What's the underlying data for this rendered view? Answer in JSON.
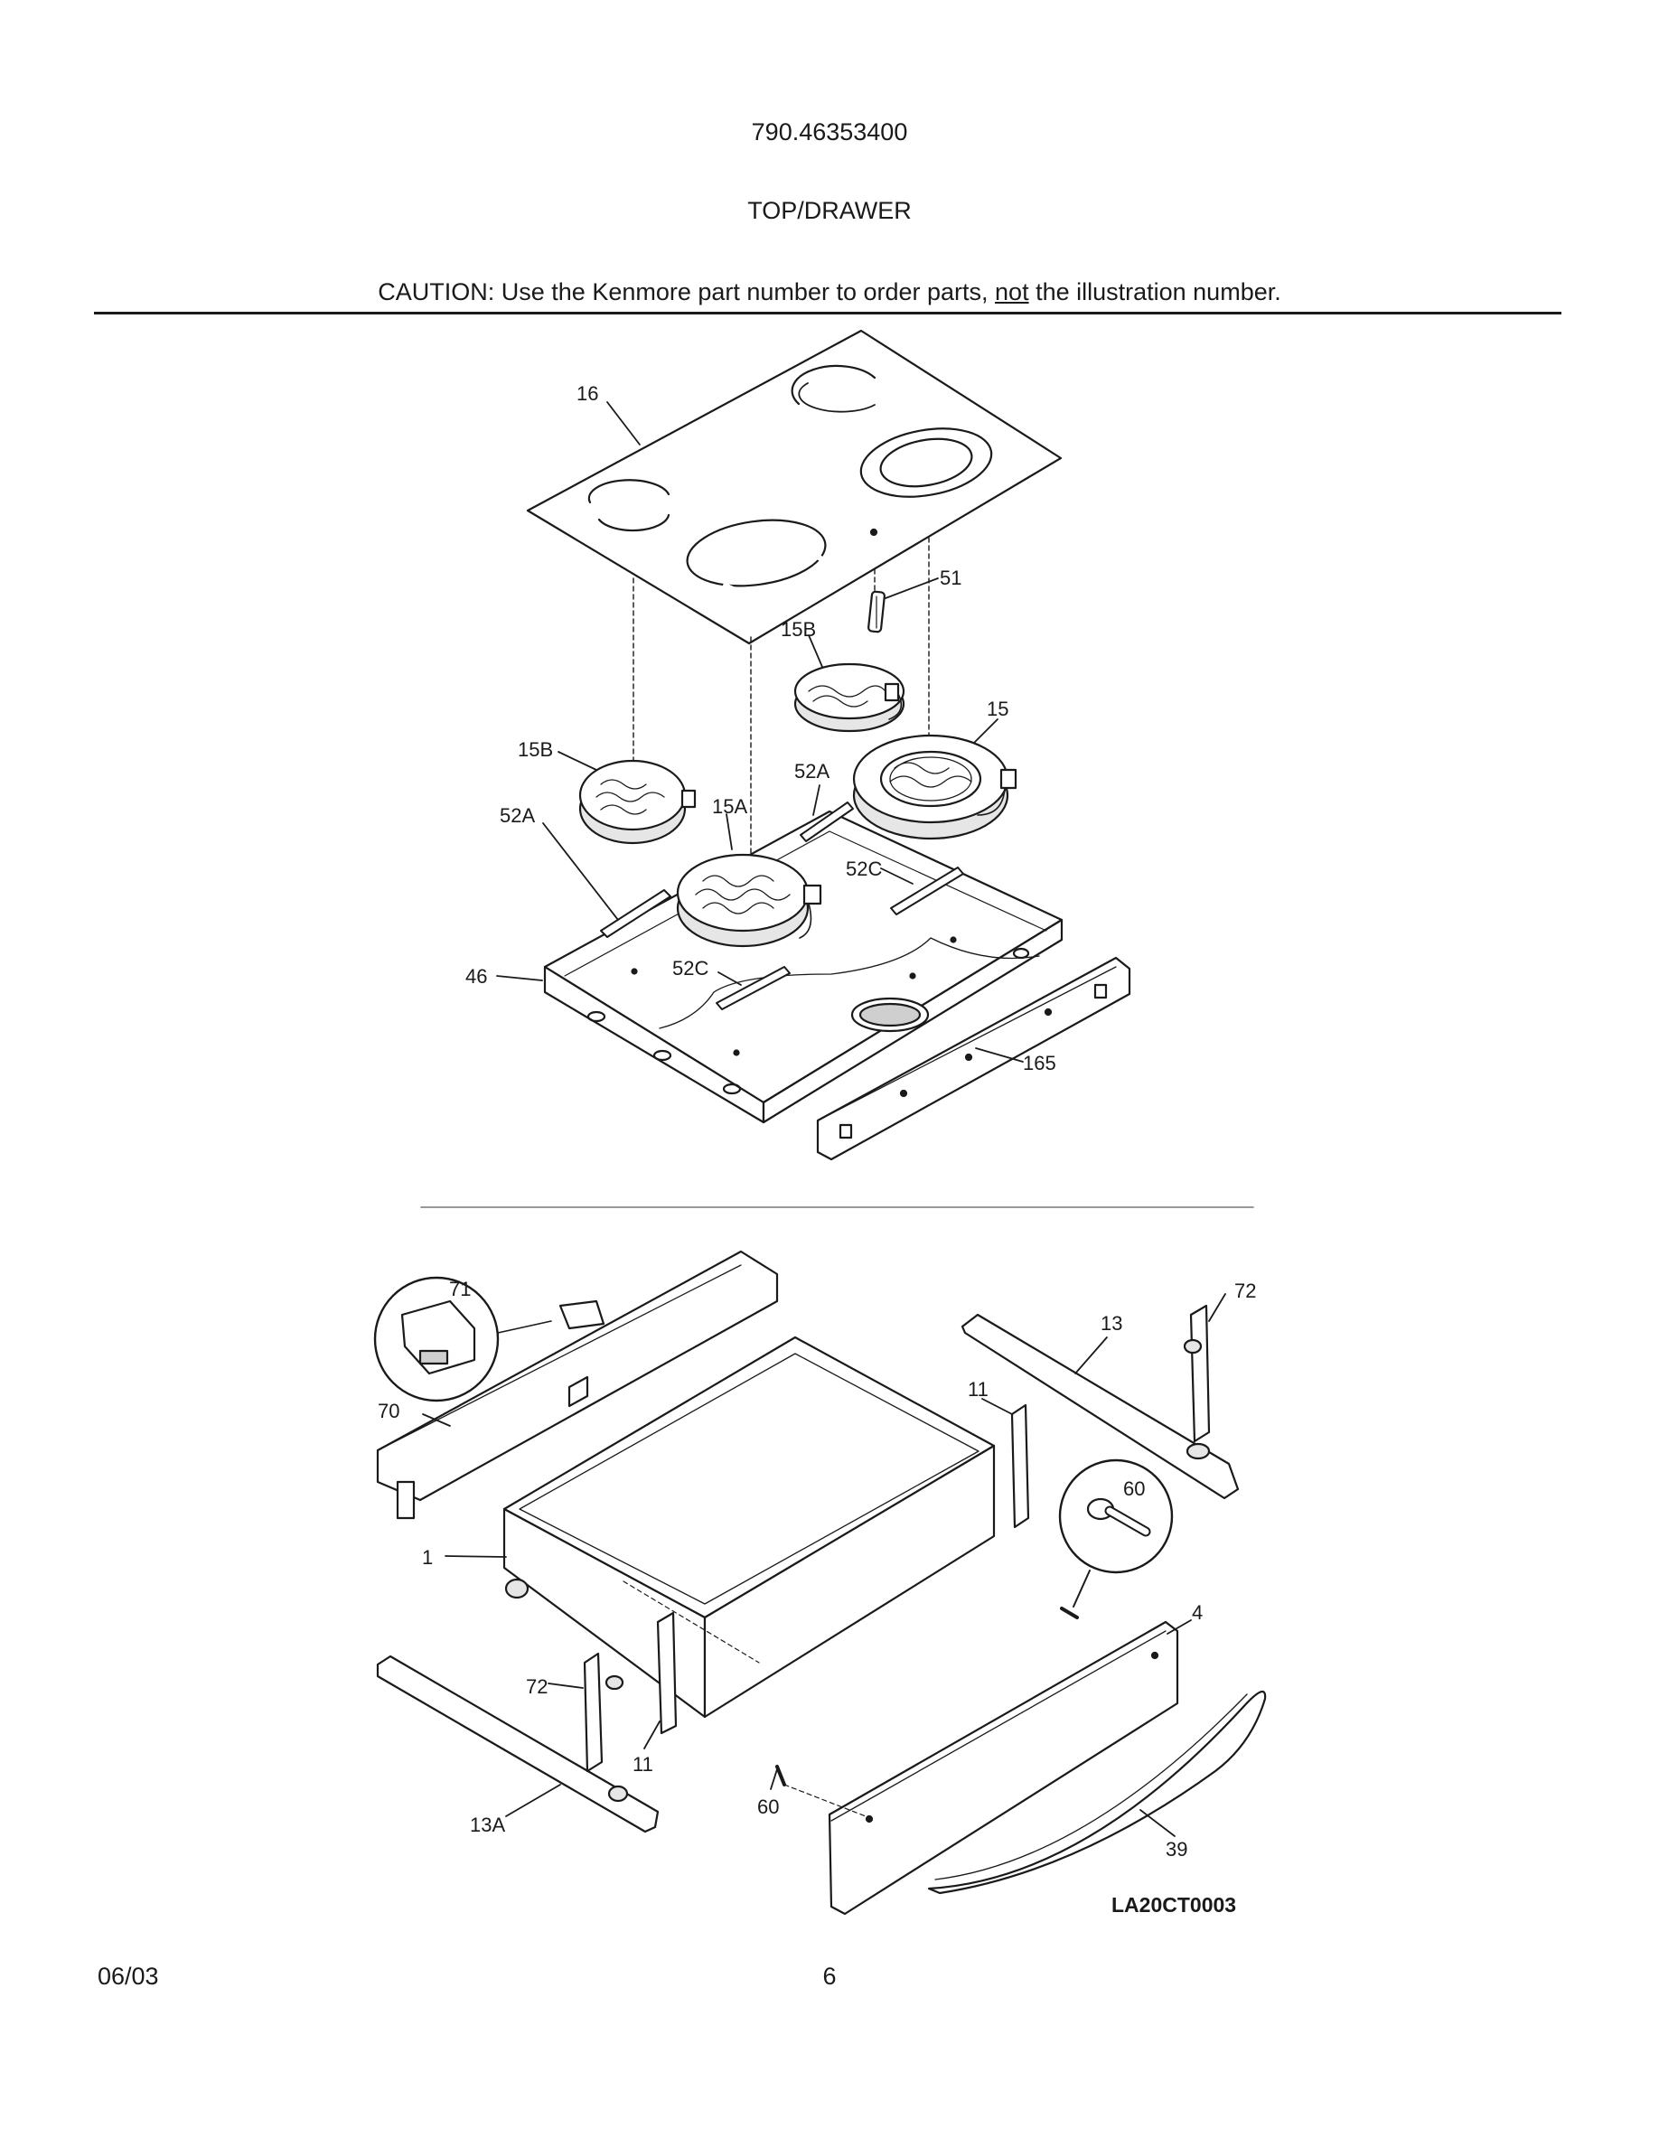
{
  "header": {
    "model_number": "790.46353400",
    "section_title": "TOP/DRAWER",
    "caution_prefix": "CAUTION: Use the Kenmore part number to order parts, ",
    "caution_emphasis": "not",
    "caution_suffix": " the illustration number."
  },
  "diagram": {
    "illustration_code": "LA20CT0003",
    "callouts": {
      "c16": "16",
      "c51": "51",
      "c15B_top": "15B",
      "c15": "15",
      "c15B_left": "15B",
      "c52A_right": "52A",
      "c52A_left": "52A",
      "c15A": "15A",
      "c52C_right": "52C",
      "c46": "46",
      "c52C_left": "52C",
      "c165": "165",
      "c71": "71",
      "c72_top": "72",
      "c13": "13",
      "c70": "70",
      "c11_top": "11",
      "c60_top": "60",
      "c1": "1",
      "c4": "4",
      "c72_bottom": "72",
      "c11_bottom": "11",
      "c13A": "13A",
      "c60_bottom": "60",
      "c39": "39"
    }
  },
  "footer": {
    "date": "06/03",
    "page_number": "6"
  }
}
